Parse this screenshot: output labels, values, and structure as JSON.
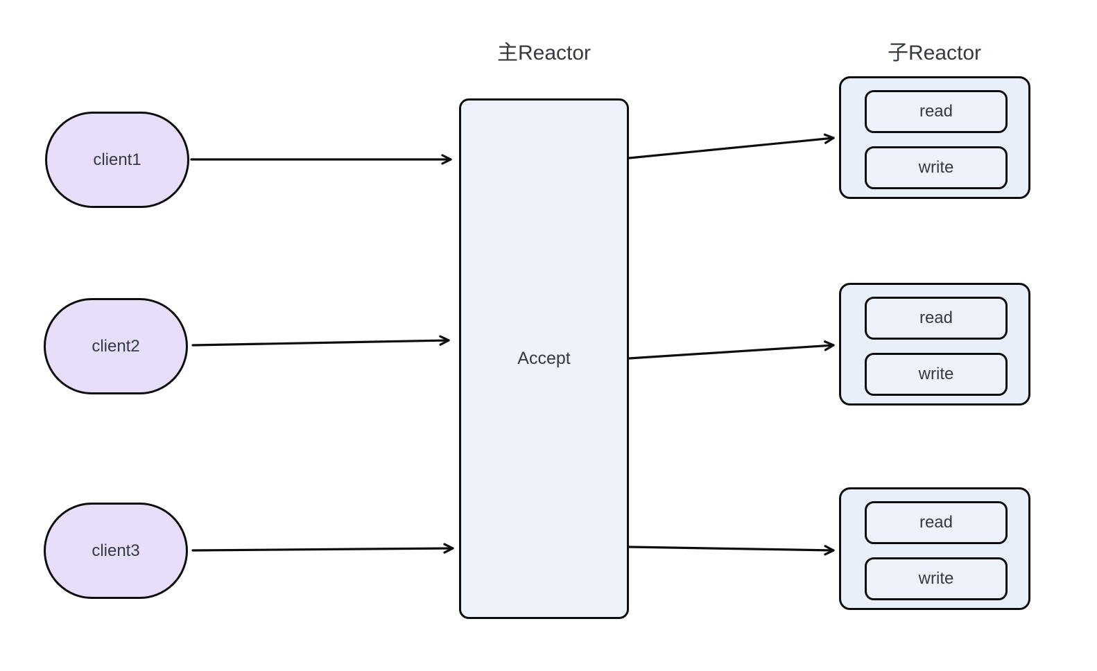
{
  "diagram": {
    "main_reactor": {
      "title": "主Reactor",
      "label": "Accept"
    },
    "sub_reactor": {
      "title": "子Reactor"
    },
    "clients": [
      {
        "label": "client1"
      },
      {
        "label": "client2"
      },
      {
        "label": "client3"
      }
    ],
    "sub_reactors": [
      {
        "read_label": "read",
        "write_label": "write"
      },
      {
        "read_label": "read",
        "write_label": "write"
      },
      {
        "read_label": "read",
        "write_label": "write"
      }
    ],
    "edges": [
      {
        "from": "client1",
        "to": "main-reactor"
      },
      {
        "from": "client2",
        "to": "main-reactor"
      },
      {
        "from": "client3",
        "to": "main-reactor"
      },
      {
        "from": "main-reactor",
        "to": "sub-reactor-1"
      },
      {
        "from": "main-reactor",
        "to": "sub-reactor-2"
      },
      {
        "from": "main-reactor",
        "to": "sub-reactor-3"
      }
    ],
    "colors": {
      "client_fill": "#e7defa",
      "reactor_fill": "#edf2fb",
      "sub_reactor_fill": "#e9eff9",
      "handler_fill": "#eef3fb",
      "stroke": "#0d0d0d",
      "text": "#343a40",
      "background": "#ffffff"
    }
  }
}
